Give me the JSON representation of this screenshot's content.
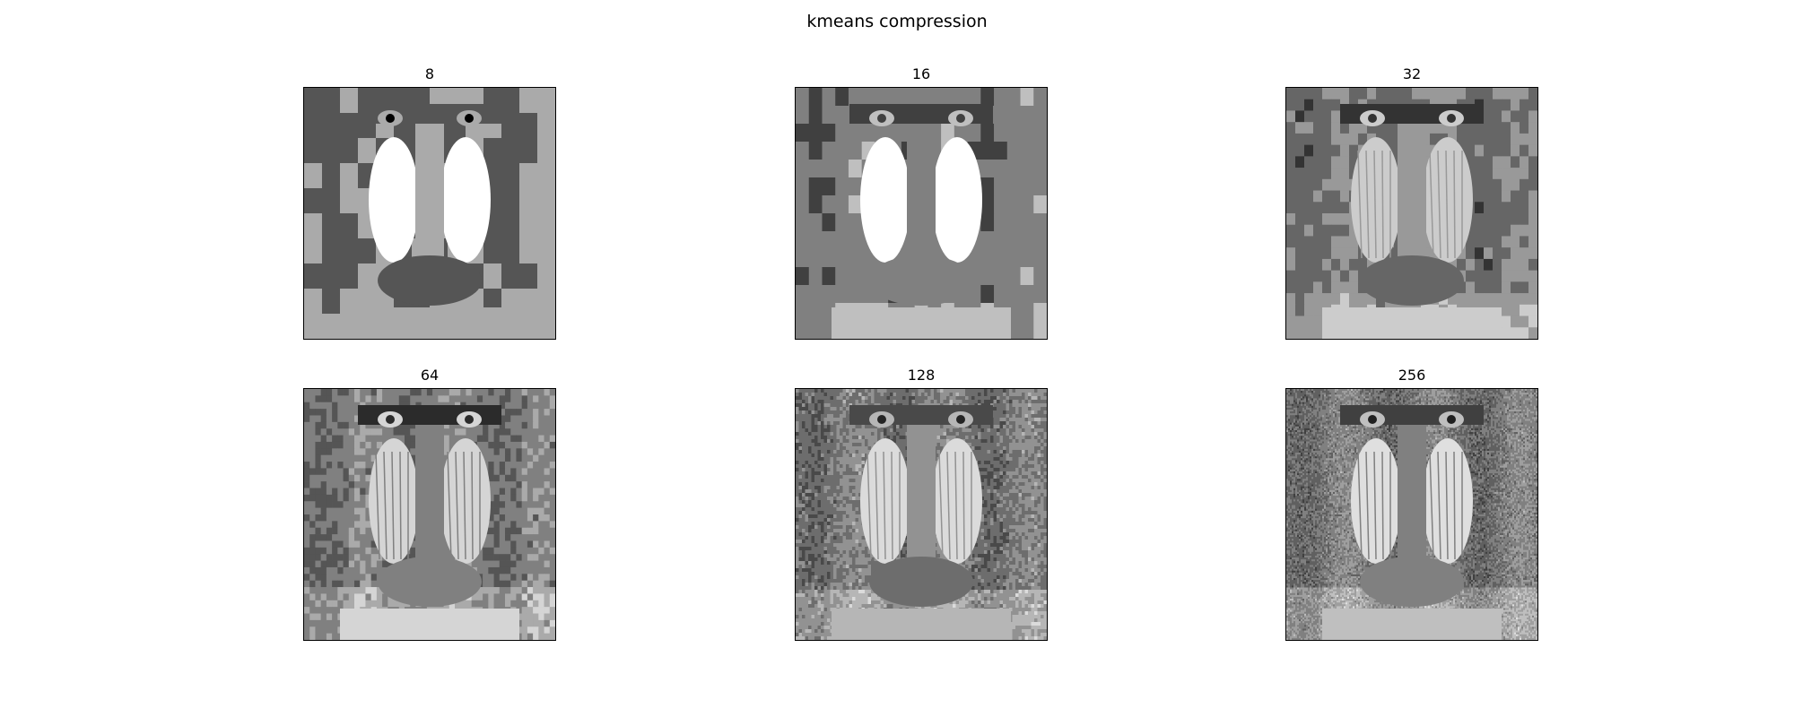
{
  "figure": {
    "title": "kmeans compression"
  },
  "panels": [
    {
      "label": "8",
      "clusters": 8
    },
    {
      "label": "16",
      "clusters": 16
    },
    {
      "label": "32",
      "clusters": 32
    },
    {
      "label": "64",
      "clusters": 64
    },
    {
      "label": "128",
      "clusters": 128
    },
    {
      "label": "256",
      "clusters": 256
    }
  ]
}
